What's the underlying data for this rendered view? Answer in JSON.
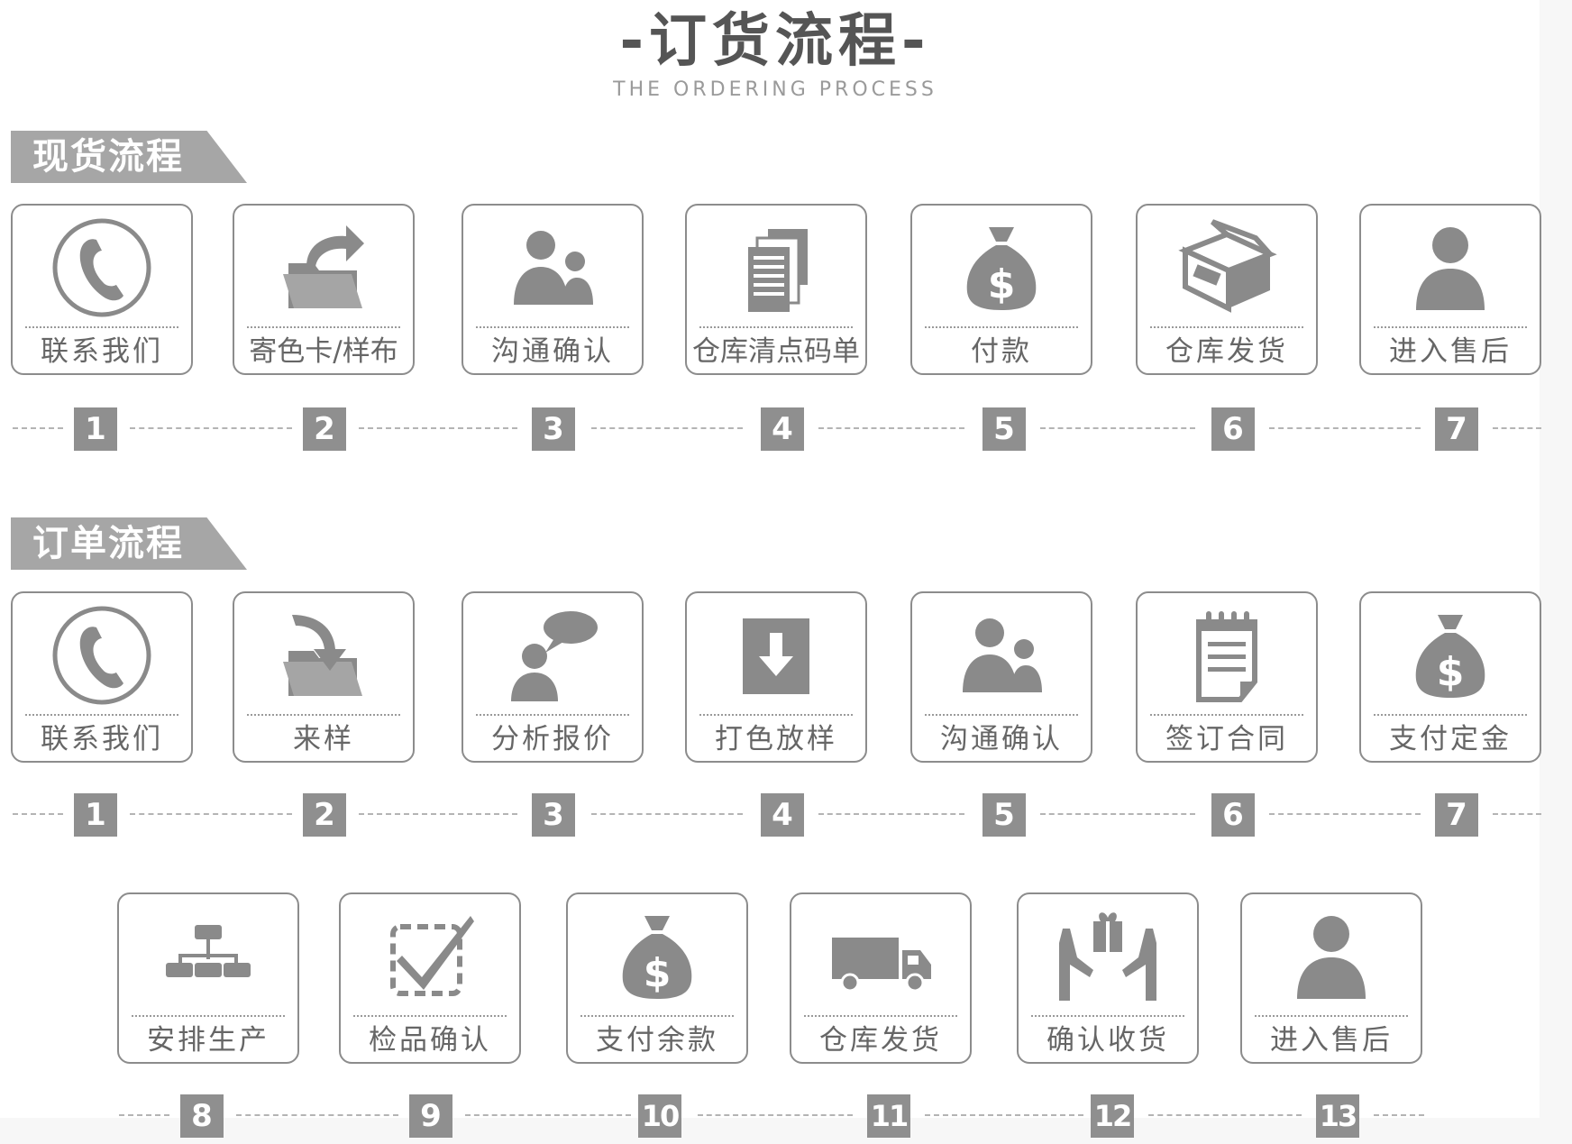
{
  "header": {
    "title": "-订货流程-",
    "subtitle": "THE ORDERING PROCESS"
  },
  "stock": {
    "banner": "现货流程",
    "steps": [
      {
        "label": "联系我们",
        "number": "1",
        "icon": "phone-icon"
      },
      {
        "label": "寄色卡/样布",
        "number": "2",
        "icon": "folder-share-icon"
      },
      {
        "label": "沟通确认",
        "number": "3",
        "icon": "people-icon"
      },
      {
        "label": "仓库清点码单",
        "number": "4",
        "icon": "documents-icon"
      },
      {
        "label": "付款",
        "number": "5",
        "icon": "money-bag-icon"
      },
      {
        "label": "仓库发货",
        "number": "6",
        "icon": "box-icon"
      },
      {
        "label": "进入售后",
        "number": "7",
        "icon": "person-icon"
      }
    ]
  },
  "order": {
    "banner": "订单流程",
    "steps": [
      {
        "label": "联系我们",
        "number": "1",
        "icon": "phone-icon"
      },
      {
        "label": "来样",
        "number": "2",
        "icon": "folder-receive-icon"
      },
      {
        "label": "分析报价",
        "number": "3",
        "icon": "person-speech-icon"
      },
      {
        "label": "打色放样",
        "number": "4",
        "icon": "download-icon"
      },
      {
        "label": "沟通确认",
        "number": "5",
        "icon": "people-icon"
      },
      {
        "label": "签订合同",
        "number": "6",
        "icon": "contract-icon"
      },
      {
        "label": "支付定金",
        "number": "7",
        "icon": "money-bag-icon"
      },
      {
        "label": "安排生产",
        "number": "8",
        "icon": "hierarchy-icon"
      },
      {
        "label": "检品确认",
        "number": "9",
        "icon": "check-box-icon"
      },
      {
        "label": "支付余款",
        "number": "10",
        "icon": "money-bag-icon"
      },
      {
        "label": "仓库发货",
        "number": "11",
        "icon": "truck-icon"
      },
      {
        "label": "确认收货",
        "number": "12",
        "icon": "hands-gift-icon"
      },
      {
        "label": "进入售后",
        "number": "13",
        "icon": "person-icon"
      }
    ]
  },
  "colors": {
    "icon_gray": "#8a8a8a",
    "badge_gray": "#8f8f8f",
    "banner_gray": "#a6a6a6"
  }
}
